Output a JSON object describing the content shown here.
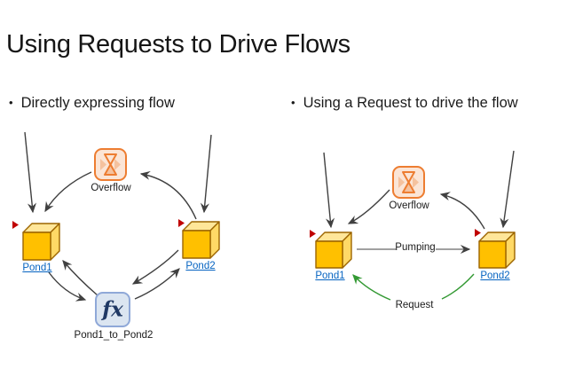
{
  "slide": {
    "title": "Using Requests to Drive Flows",
    "bullet_char": "•",
    "left_bullet": "Directly expressing flow",
    "right_bullet": "Using a Request to drive the flow"
  },
  "left_diagram": {
    "overflow_label": "Overflow",
    "pond1_label": "Pond1",
    "pond2_label": "Pond2",
    "converter_label": "Pond1_to_Pond2",
    "converter_icon_text": "fx"
  },
  "right_diagram": {
    "overflow_label": "Overflow",
    "pond1_label": "Pond1",
    "pond2_label": "Pond2",
    "pumping_label": "Pumping",
    "request_label": "Request"
  },
  "colors": {
    "arrow_dark": "#404040",
    "arrow_green": "#339933",
    "pumping_line": "#808080",
    "hyperlink_blue": "#0563C1",
    "overflow_border": "#ED7D31",
    "overflow_fill": "#FBE5D6",
    "overflow_inner": "#F5C29E",
    "converter_fill": "#DBE5F1",
    "converter_border": "#8FA8D8",
    "fx_text": "#1F3864",
    "cube_front": "#FFC000",
    "cube_top": "#FFE699",
    "cube_side": "#FFD966",
    "cube_border": "#9C6500",
    "red_marker": "#C00000"
  }
}
